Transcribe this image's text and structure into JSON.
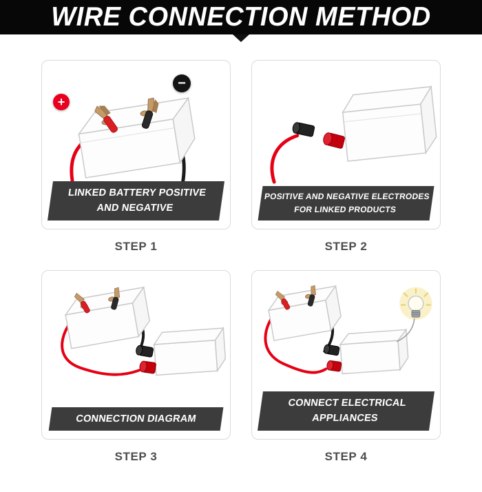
{
  "header": {
    "title": "WIRE CONNECTION METHOD"
  },
  "icons": {
    "plus": "+",
    "minus": "−"
  },
  "colors": {
    "header_bg": "#070707",
    "caption_bg": "#3c3c3c",
    "wire_red": "#e60014",
    "wire_black": "#1b1b1b",
    "step_text": "#4c4c4c"
  },
  "steps": [
    {
      "step_label": "STEP 1",
      "caption_lines": [
        "LINKED BATTERY POSITIVE",
        "AND NEGATIVE"
      ],
      "illustration": "battery-with-clamps"
    },
    {
      "step_label": "STEP 2",
      "caption_lines": [
        "POSITIVE AND NEGATIVE ELECTRODES",
        "FOR LINKED PRODUCTS"
      ],
      "illustration": "product-electrodes"
    },
    {
      "step_label": "STEP 3",
      "caption_lines": [
        "CONNECTION DIAGRAM"
      ],
      "illustration": "battery-to-product-connection"
    },
    {
      "step_label": "STEP 4",
      "caption_lines": [
        "CONNECT ELECTRICAL",
        "APPLIANCES"
      ],
      "illustration": "product-powering-bulb"
    }
  ]
}
